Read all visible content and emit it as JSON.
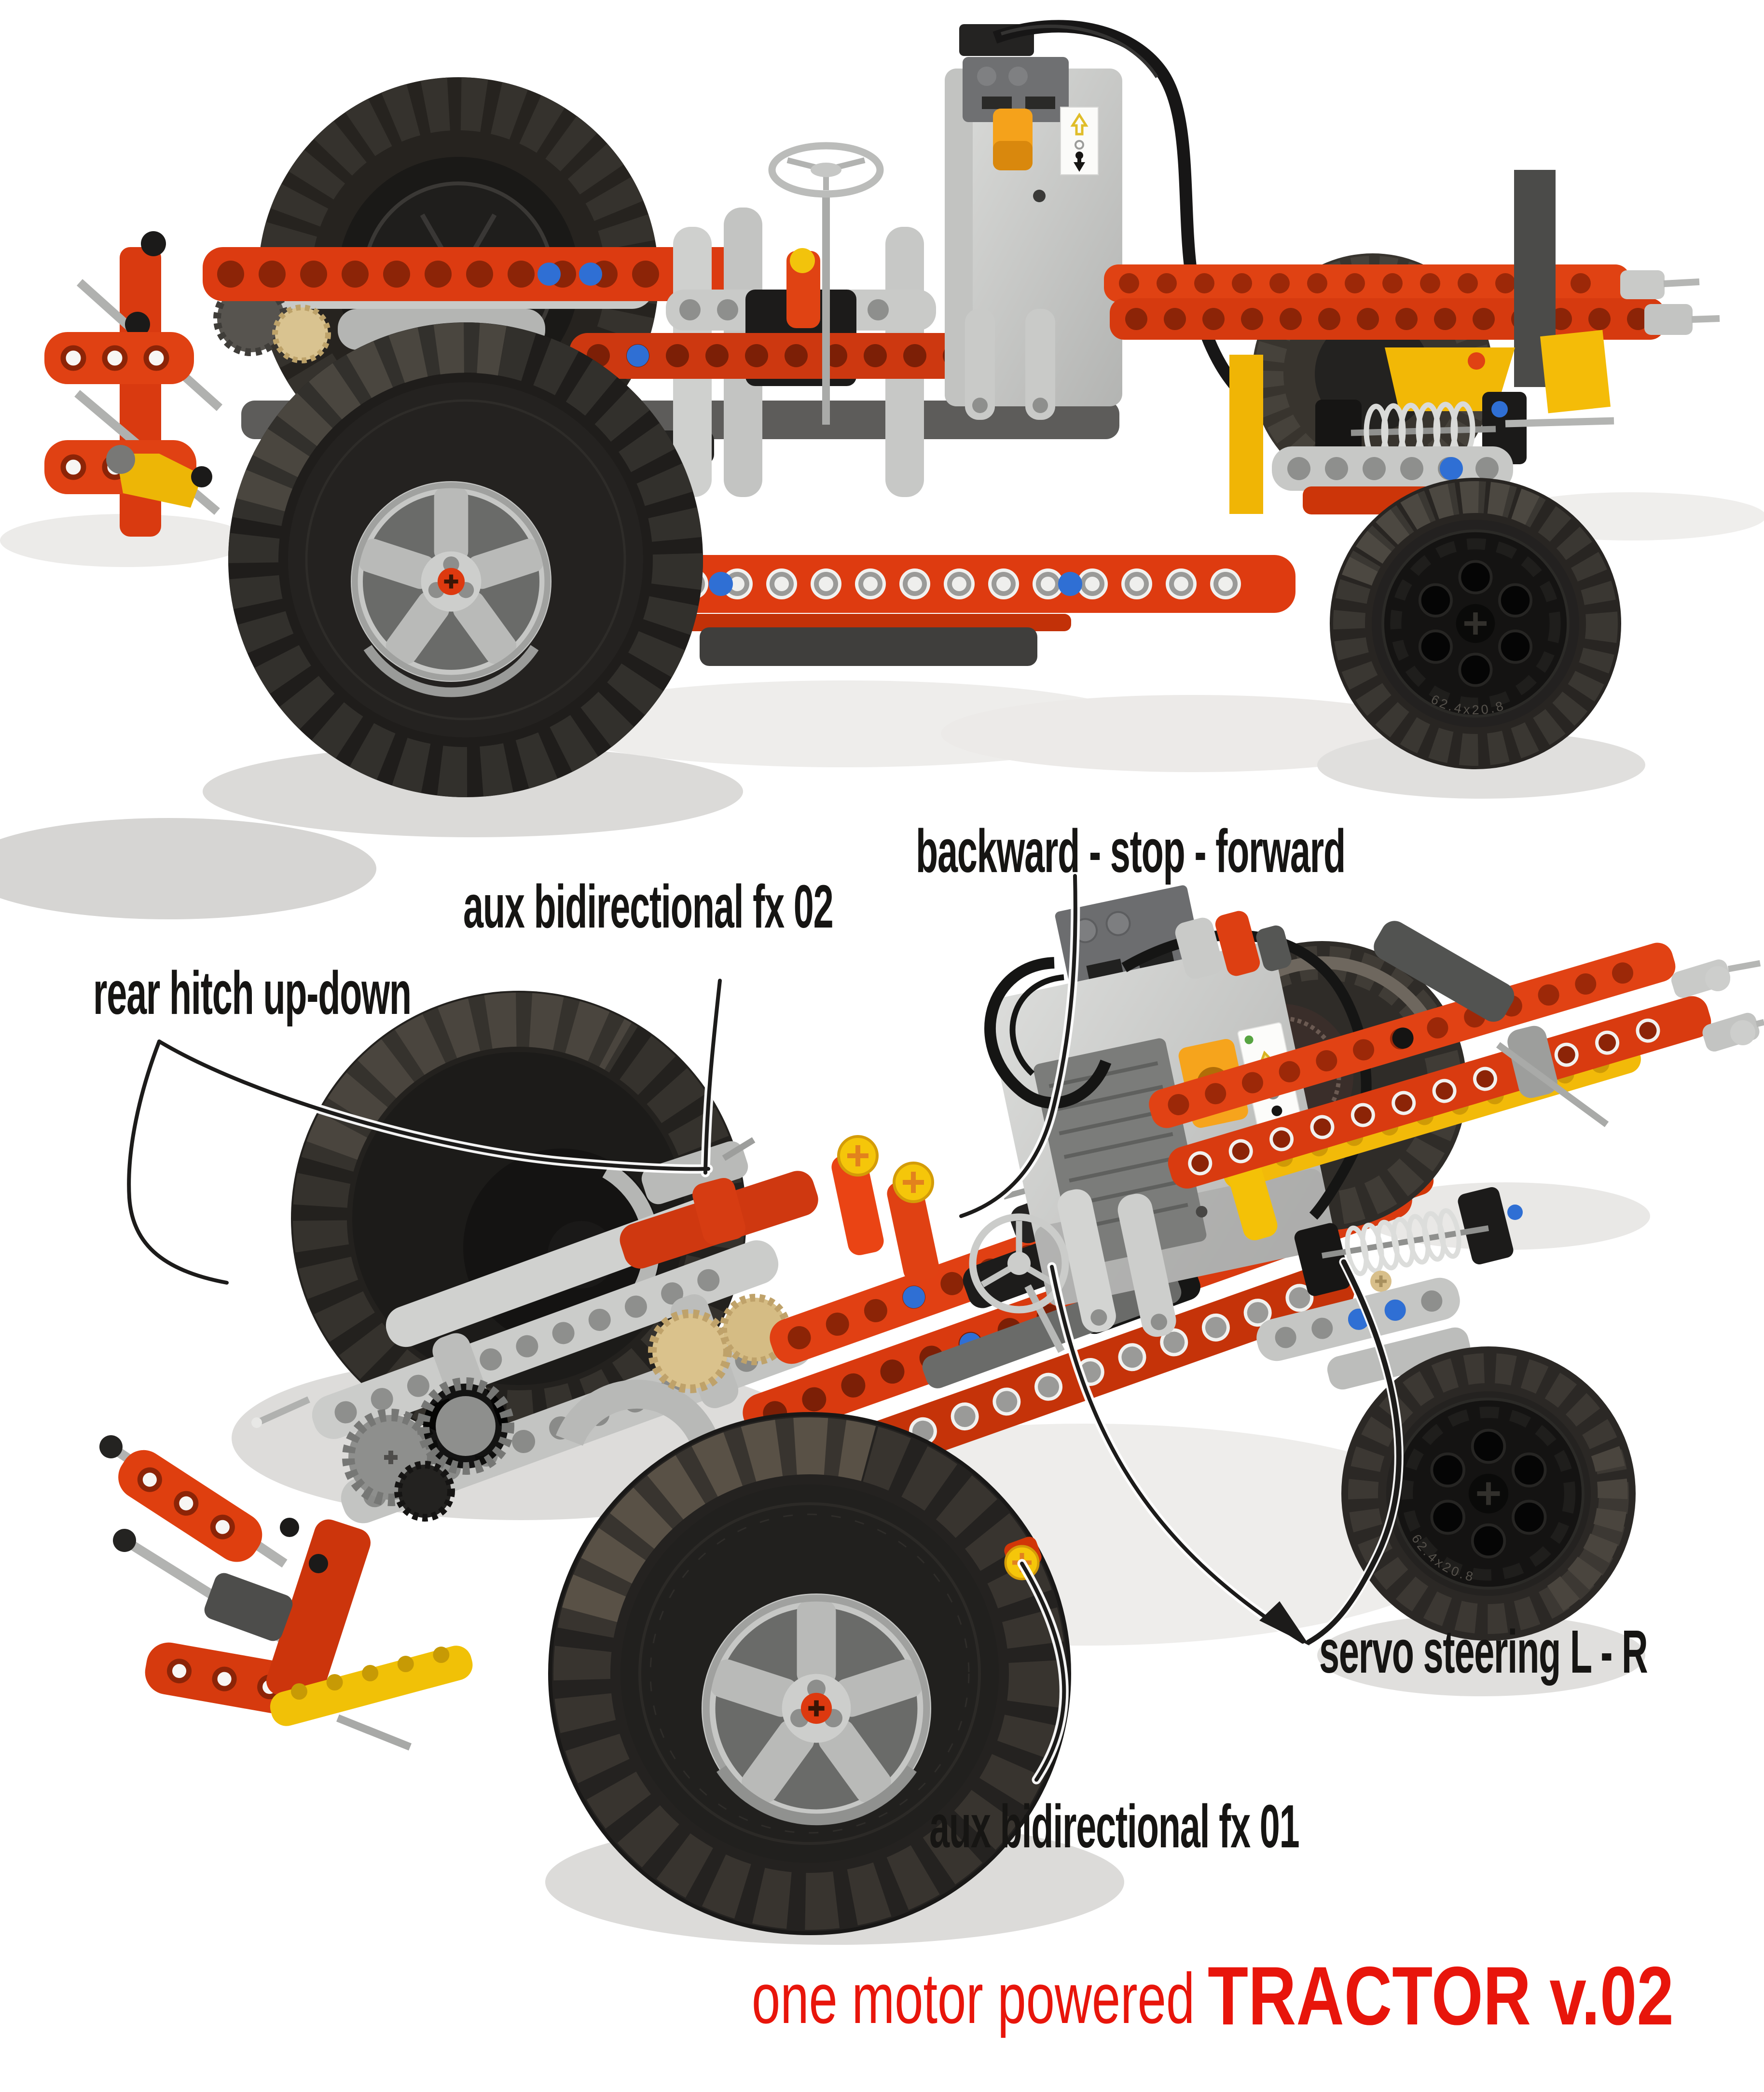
{
  "annotations": {
    "rear_hitch": {
      "label": "rear hitch up-down"
    },
    "aux_fx02": {
      "label": "aux bidirectional fx 02"
    },
    "backward_stop_forward": {
      "label": "backward - stop - forward"
    },
    "servo_steering": {
      "label": "servo steering L - R"
    },
    "aux_fx01": {
      "label": "aux bidirectional fx 01"
    }
  },
  "caption": {
    "prefix": "one motor powered",
    "title": "TRACTOR v.02",
    "color": "#e8150b"
  },
  "model": {
    "tire_marking": "62.4x20.8",
    "palette": {
      "lego_red": "#dd3b10",
      "lego_yellow": "#f2b806",
      "light_gray": "#c8c9c7",
      "dark_gray": "#55544f",
      "tire_black": "#24221f",
      "pin_blue": "#2f6fd4",
      "switch_orange": "#f5a21b",
      "annotation_black": "#161513"
    }
  }
}
